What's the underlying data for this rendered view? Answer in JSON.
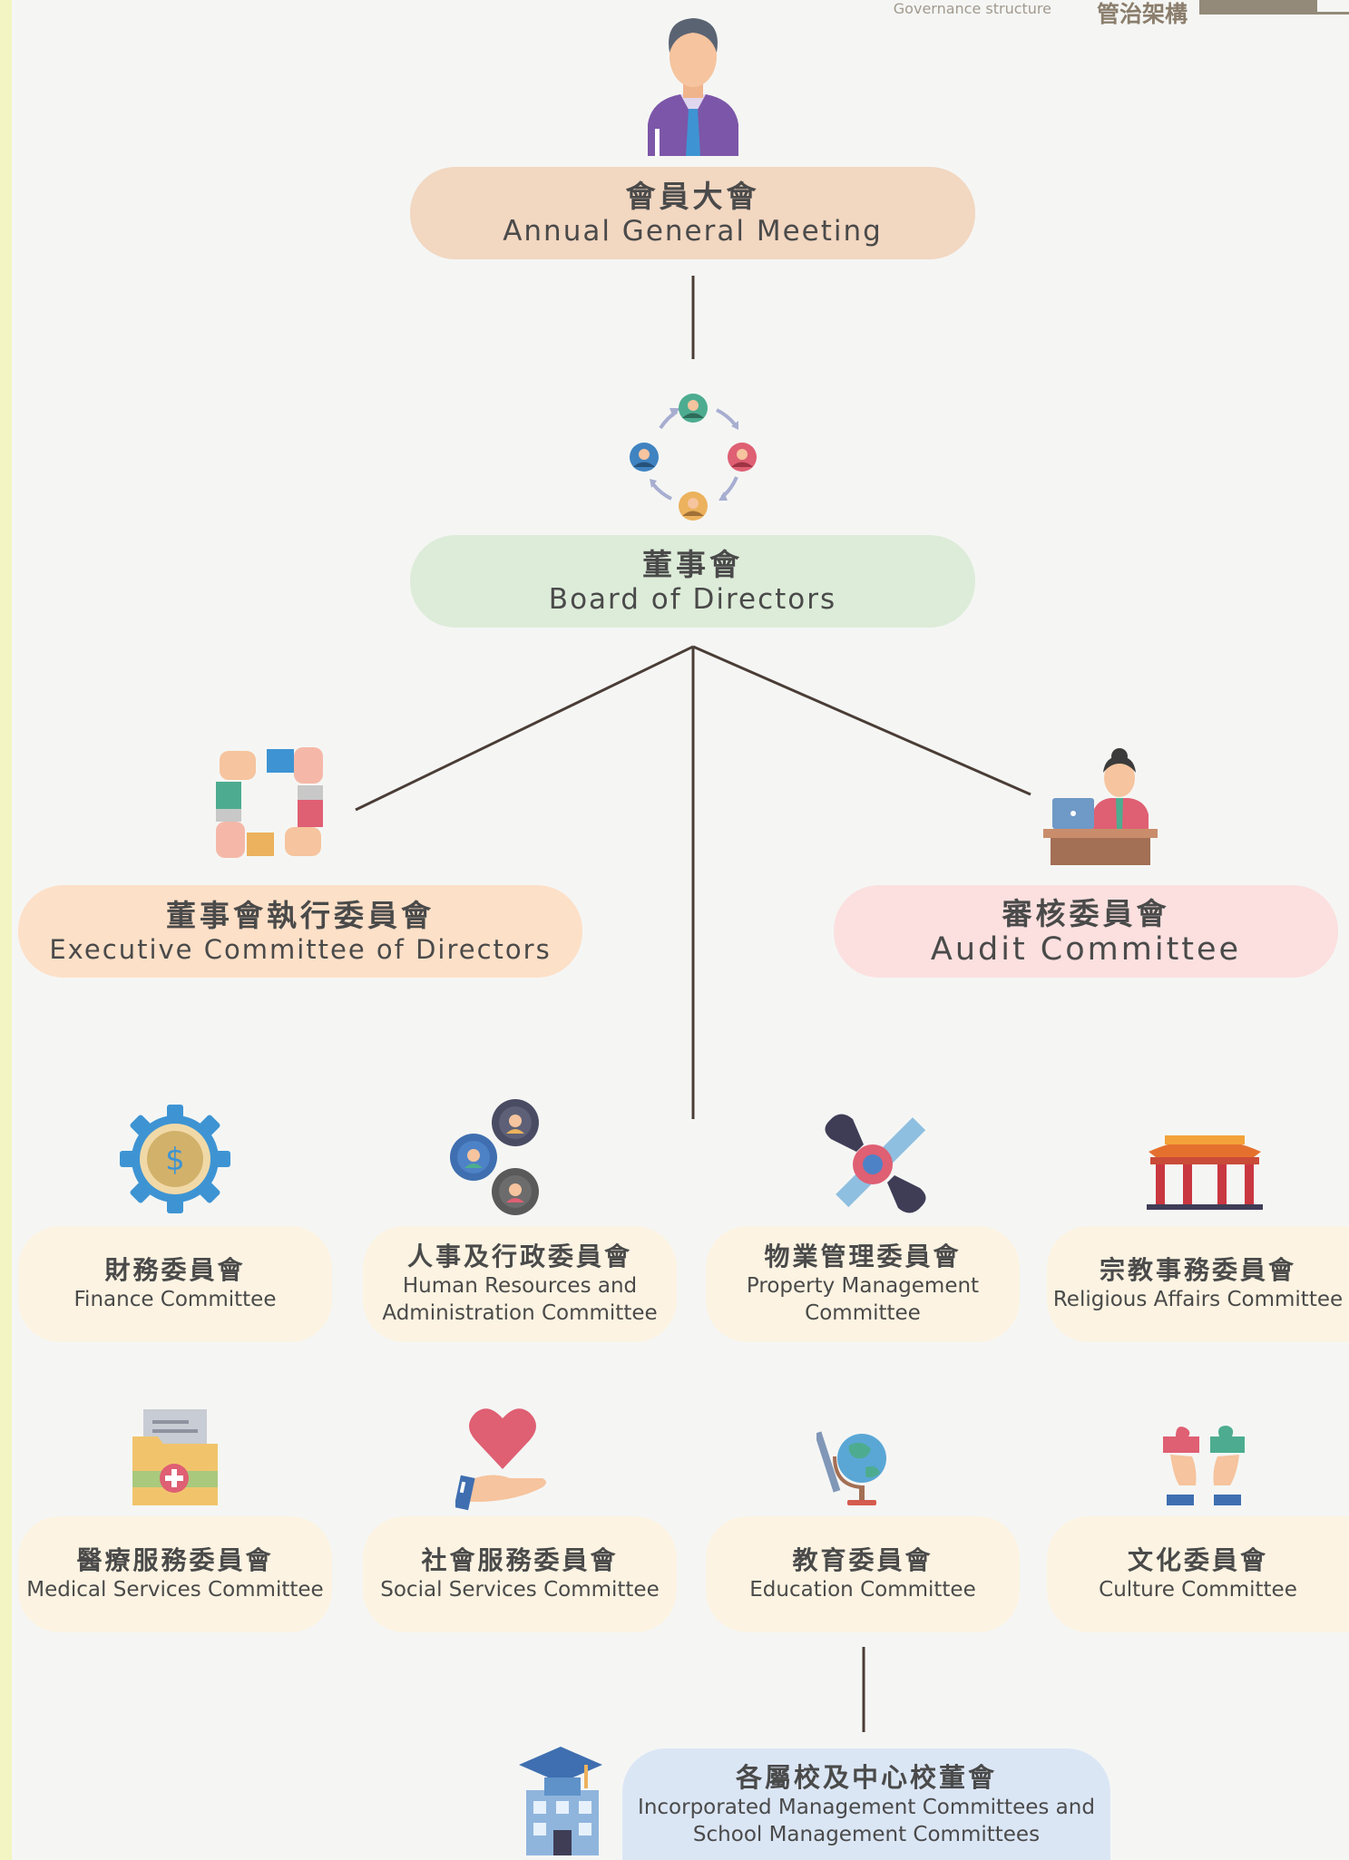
{
  "header": {
    "en": "Governance structure",
    "zh": "管治架構"
  },
  "agm": {
    "zh": "會員大會",
    "en": "Annual General Meeting"
  },
  "board": {
    "zh": "董事會",
    "en": "Board of Directors"
  },
  "exec": {
    "zh": "董事會執行委員會",
    "en": "Executive Committee of Directors"
  },
  "audit": {
    "zh": "審核委員會",
    "en": "Audit Committee"
  },
  "committees": [
    {
      "zh": "財務委員會",
      "en": [
        "Finance Committee"
      ],
      "icon": "dollar-gear-icon"
    },
    {
      "zh": "人事及行政委員會",
      "en": [
        "Human Resources and",
        "Administration Committee"
      ],
      "icon": "people-gears-icon"
    },
    {
      "zh": "物業管理委員會",
      "en": [
        "Property Management",
        "Committee"
      ],
      "icon": "wrench-ruler-icon"
    },
    {
      "zh": "宗教事務委員會",
      "en": [
        "Religious Affairs Committee"
      ],
      "icon": "temple-icon"
    },
    {
      "zh": "醫療服務委員會",
      "en": [
        "Medical Services Committee"
      ],
      "icon": "medical-folder-icon"
    },
    {
      "zh": "社會服務委員會",
      "en": [
        "Social Services Committee"
      ],
      "icon": "heart-hand-icon"
    },
    {
      "zh": "教育委員會",
      "en": [
        "Education Committee"
      ],
      "icon": "globe-pen-icon"
    },
    {
      "zh": "文化委員會",
      "en": [
        "Culture Committee"
      ],
      "icon": "puzzle-hands-icon"
    }
  ],
  "schools": {
    "zh": "各屬校及中心校董會",
    "en": [
      "Incorporated Management Committees and",
      "School Management Committees"
    ]
  },
  "colors": {
    "agm_fill": "#f2d7c1",
    "board_fill": "#ddecd9",
    "exec_fill": "#fde0c8",
    "audit_fill": "#fbe0df",
    "committee_fill": "#fcf3e2",
    "schools_fill": "#dbe6f5",
    "line": "#4a3d36"
  }
}
